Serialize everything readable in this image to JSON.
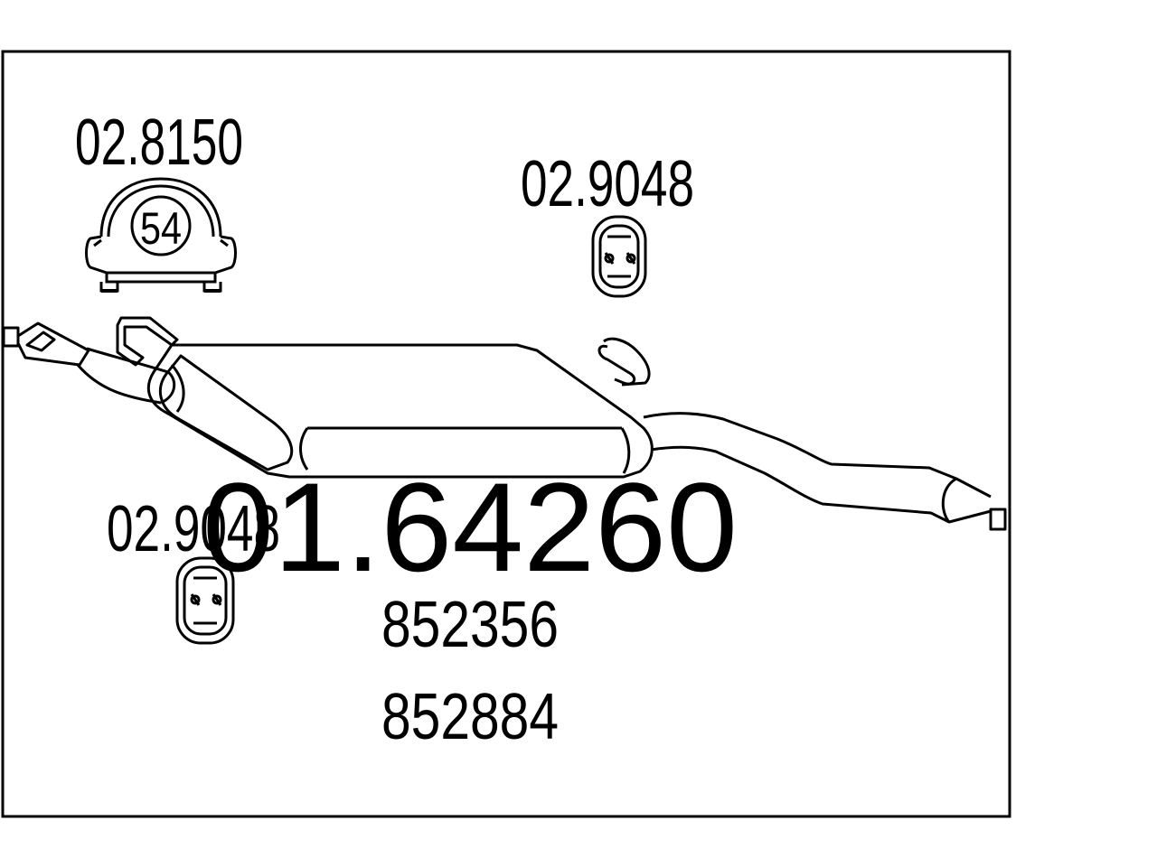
{
  "diagram": {
    "main_part_number": "01.64260",
    "reference_numbers": [
      "852356",
      "852884"
    ],
    "parts": {
      "clamp": {
        "code": "02.8150",
        "size_label": "54",
        "icon": "exhaust-clamp"
      },
      "hanger_top": {
        "code": "02.9048",
        "icon": "rubber-hanger"
      },
      "hanger_bottom": {
        "code": "02.9048",
        "icon": "rubber-hanger"
      },
      "silencer": {
        "icon": "rear-silencer"
      }
    },
    "colors": {
      "line": "#000000",
      "background": "#ffffff"
    }
  }
}
